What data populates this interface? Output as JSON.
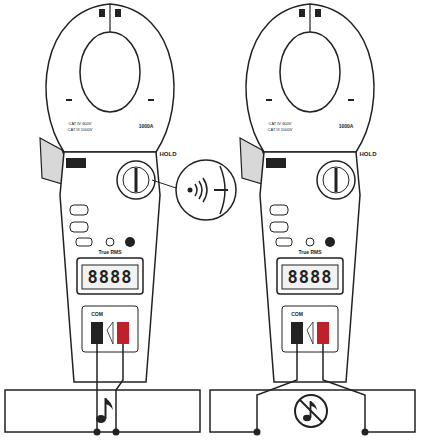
{
  "diagram": {
    "labels": [
      "CAT IV 600V",
      "CAT III 1000V",
      "1000A",
      "HOLD",
      "True RMS",
      "COM",
      "8888",
      "CAT IV 600V",
      "CAT III 1000V",
      "1000A",
      "HOLD",
      "True RMS",
      "COM",
      "8888"
    ]
  }
}
